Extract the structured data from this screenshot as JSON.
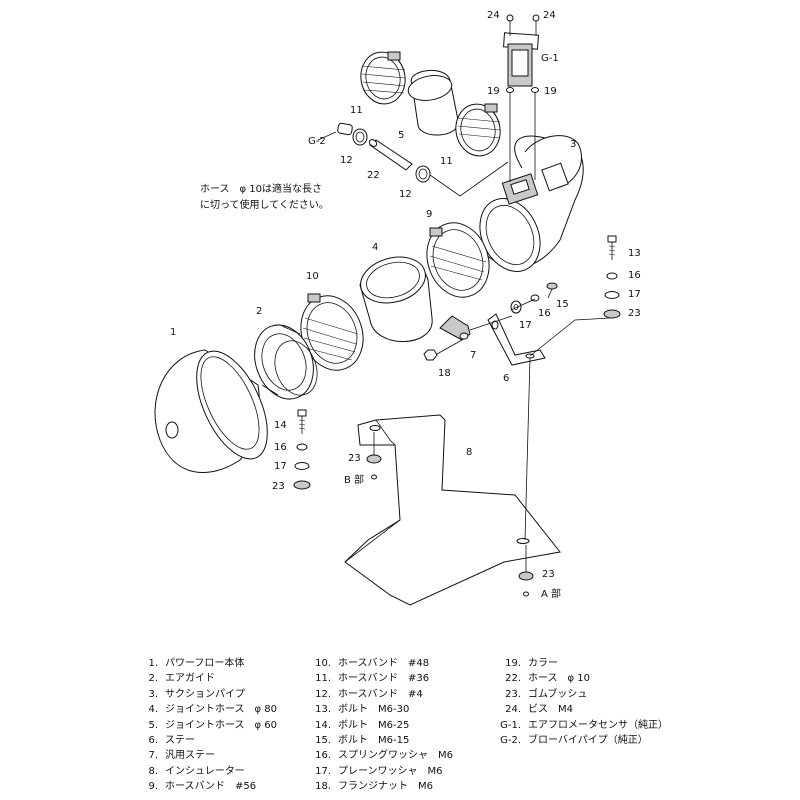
{
  "callouts": {
    "c1": "1",
    "c2": "2",
    "c3": "3",
    "c4": "4",
    "c5": "5",
    "c6": "6",
    "c7": "7",
    "c8": "8",
    "c9": "9",
    "c10": "10",
    "c11a": "11",
    "c11b": "11",
    "c12a": "12",
    "c12b": "12",
    "c13": "13",
    "c14": "14",
    "c15": "15",
    "c16a": "16",
    "c16b": "16",
    "c16c": "16",
    "c17a": "17",
    "c17b": "17",
    "c17c": "17",
    "c18": "18",
    "c19a": "19",
    "c19b": "19",
    "c22": "22",
    "c23a": "23",
    "c23b": "23",
    "c23c": "23",
    "c23d": "23",
    "c24a": "24",
    "c24b": "24",
    "g1": "G-1",
    "g2": "G-2"
  },
  "note": {
    "line1": "ホース　φ 10は適当な長さ",
    "line2": "に切って使用してください。"
  },
  "section_labels": {
    "a": "A 部",
    "b": "B 部"
  },
  "legend": {
    "col1": [
      {
        "num": "1.",
        "name": "パワーフロー本体"
      },
      {
        "num": "2.",
        "name": "エアガイド"
      },
      {
        "num": "3.",
        "name": "サクションパイプ"
      },
      {
        "num": "4.",
        "name": "ジョイントホース　φ 80"
      },
      {
        "num": "5.",
        "name": "ジョイントホース　φ 60"
      },
      {
        "num": "6.",
        "name": "ステー"
      },
      {
        "num": "7.",
        "name": "汎用ステー"
      },
      {
        "num": "8.",
        "name": "インシュレーター"
      },
      {
        "num": "9.",
        "name": "ホースバンド　#56"
      }
    ],
    "col2": [
      {
        "num": "10.",
        "name": "ホースバンド　#48"
      },
      {
        "num": "11.",
        "name": "ホースバンド　#36"
      },
      {
        "num": "12.",
        "name": "ホースバンド　#4"
      },
      {
        "num": "13.",
        "name": "ボルト　M6-30"
      },
      {
        "num": "14.",
        "name": "ボルト　M6-25"
      },
      {
        "num": "15.",
        "name": "ボルト　M6-15"
      },
      {
        "num": "16.",
        "name": "スプリングワッシャ　M6"
      },
      {
        "num": "17.",
        "name": "プレーンワッシャ　M6"
      },
      {
        "num": "18.",
        "name": "フランジナット　M6"
      }
    ],
    "col3": [
      {
        "num": "19.",
        "name": "カラー"
      },
      {
        "num": "22.",
        "name": "ホース　φ 10"
      },
      {
        "num": "23.",
        "name": "ゴムブッシュ"
      },
      {
        "num": "24.",
        "name": "ビス　M4"
      },
      {
        "num": "G-1.",
        "name": "エアフロメータセンサ（純正）"
      },
      {
        "num": "G-2.",
        "name": "ブローバイパイプ（純正）"
      }
    ]
  }
}
